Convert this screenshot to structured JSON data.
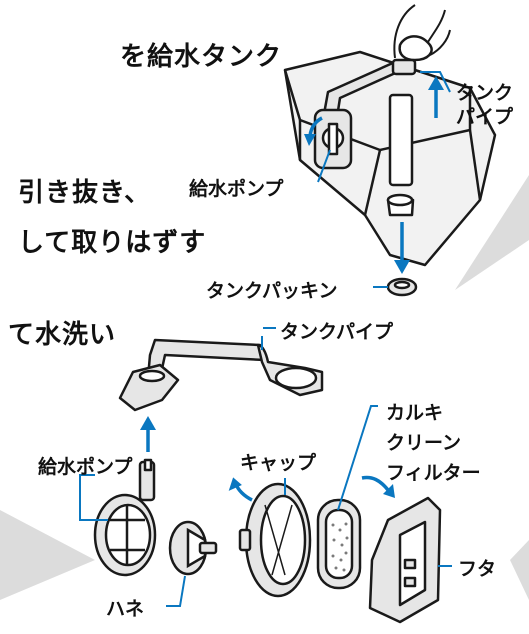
{
  "instructions": {
    "line1": "を給水タンク",
    "line2": "引き抜き、",
    "line3": "して取りはずす",
    "line4": "て水洗い"
  },
  "labels": {
    "tank_pipe_top_line1": "タンク",
    "tank_pipe_top_line2": "パイプ",
    "water_pump_top": "給水ポンプ",
    "tank_packing": "タンクパッキン",
    "tank_pipe": "タンクパイプ",
    "calcium_filter_line1": "カルキ",
    "calcium_filter_line2": "クリーン",
    "calcium_filter_line3": "フィルター",
    "cap": "キャップ",
    "water_pump_bottom": "給水ポンプ",
    "lid": "フタ",
    "impeller": "ハネ"
  },
  "colors": {
    "accent_blue": "#0a77c0",
    "line_black": "#1a1a1a",
    "part_gray": "#e6e6e6",
    "shadow_gray": "#d8d8d8"
  }
}
